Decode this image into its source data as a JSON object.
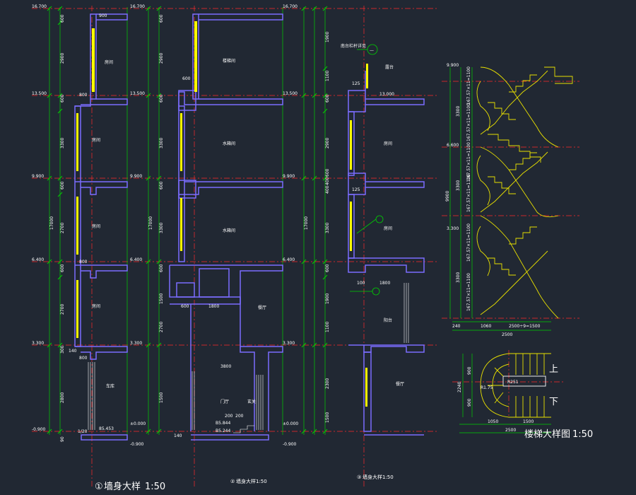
{
  "colors": {
    "background": "#212833",
    "wall": "#7b6cff",
    "wall_fill": "#00e5ff",
    "glass": "#ffff00",
    "grid": "#ff2a2a",
    "dim": "#00d000",
    "stair": "#e8e000",
    "text": "#ffffff"
  },
  "sections": {
    "s1": {
      "levels_left": [
        "16.700",
        "13.500",
        "9.900",
        "6.400",
        "3.300",
        "-0.900"
      ],
      "rooms": [
        "房间",
        "房间",
        "房间",
        "房间",
        "车库"
      ],
      "dims": [
        "600",
        "2900",
        "600",
        "3300",
        "600",
        "2700",
        "600",
        "2700",
        "300",
        "2800",
        "90"
      ],
      "small": [
        "800",
        "800",
        "800",
        "1/20",
        "85.453",
        "140",
        "900"
      ],
      "levels_right": [
        "16.700",
        "13.500",
        "9.900",
        "6.400",
        "3.300",
        "±0.000",
        "-0.900"
      ],
      "total": "17000",
      "caption_num": "①",
      "caption": "墙身大样",
      "caption_scale": "1:50"
    },
    "s2": {
      "rooms": [
        "楼梯间",
        "水箱间",
        "水箱间",
        "餐厅",
        "门厅",
        "玄关"
      ],
      "dims": [
        "600",
        "2900",
        "600",
        "3300",
        "600",
        "3300",
        "600",
        "1500",
        "2700",
        "1500"
      ],
      "small": [
        "600",
        "600",
        "1800",
        "3800",
        "200",
        "200",
        "B5.844",
        "B5.244",
        "140"
      ],
      "levels_right": [
        "16.700",
        "13.500",
        "9.900",
        "6.400",
        "3.300",
        "±0.000",
        "-0.900"
      ],
      "total": "17000",
      "caption_num": "②",
      "caption": "墙身大样",
      "caption_scale": "1:50"
    },
    "s3": {
      "note": "南台栏杆详见",
      "callout": "—",
      "rooms": [
        "露台",
        "房间",
        "房间",
        "阳台",
        "餐厅"
      ],
      "dims": [
        "1900",
        "1100",
        "600",
        "2900",
        "600",
        "400",
        "400",
        "3300",
        "600",
        "1900",
        "1100",
        "2300",
        "1500"
      ],
      "small": [
        "13.000",
        "125",
        "125",
        "1800",
        "100"
      ],
      "total": "17000",
      "caption_num": "③",
      "caption": "墙身大样",
      "caption_scale": "1:50"
    }
  },
  "stair": {
    "levels": [
      "9.900",
      "6.600",
      "3.300"
    ],
    "dims_v": [
      "3300",
      "3300",
      "3300"
    ],
    "total_v": "9900",
    "steps": [
      "167.57×11=1100",
      "167.57×11=1100",
      "167.57×11=1100",
      "167.57×11=1100",
      "167.57×11=1100",
      "167.57×11=1100"
    ],
    "dims_h": [
      "240",
      "1060",
      "2500÷9=1500"
    ],
    "total_h": "2500"
  },
  "plan": {
    "up": "上",
    "down": "下",
    "dims_v": [
      "900",
      "900"
    ],
    "total_v": "2240",
    "radius": "R251",
    "radius2": "R1.75",
    "dims_h": [
      "1050",
      "1500"
    ],
    "total_h": "2500",
    "caption": "楼梯大样图",
    "caption_scale": "1:50"
  }
}
